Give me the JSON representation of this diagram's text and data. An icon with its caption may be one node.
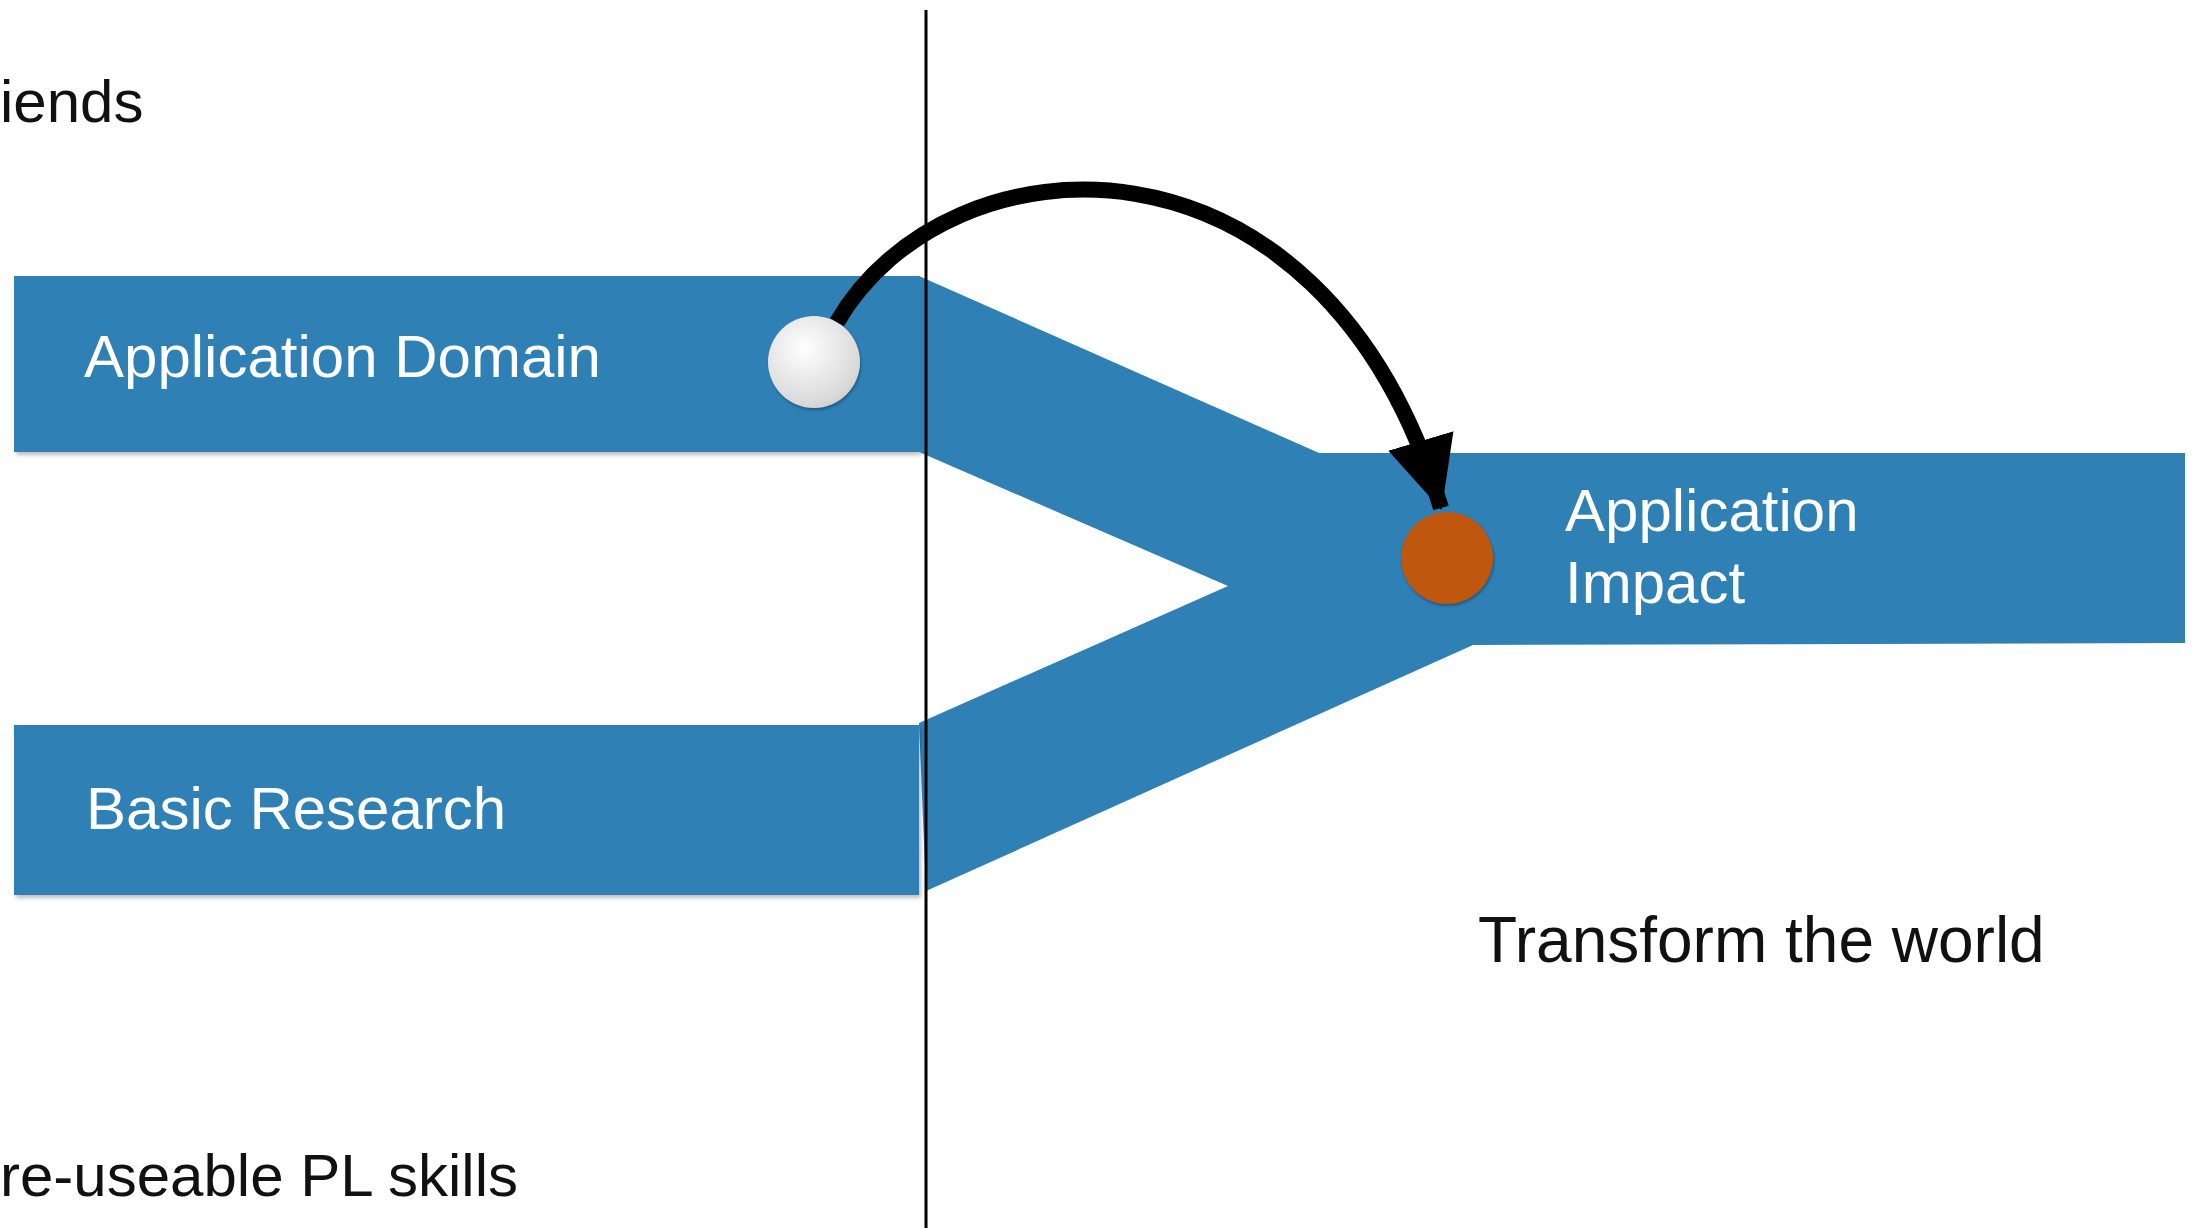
{
  "diagram": {
    "nodes": [
      {
        "text": [
          "Application Domain"
        ]
      },
      {
        "text": [],
        "shape": "circle",
        "in": 0
      },
      {
        "text": [
          "Application Impact"
        ]
      },
      {
        "text": [],
        "shape": "circle",
        "in": 2
      },
      {
        "text": [
          "Basic Research"
        ]
      }
    ],
    "edges": [
      {
        "from": 1,
        "to": 3,
        "arrow": "to"
      }
    ],
    "labels": [
      "iends",
      "Transform the world",
      "re-useable PL skills"
    ]
  }
}
